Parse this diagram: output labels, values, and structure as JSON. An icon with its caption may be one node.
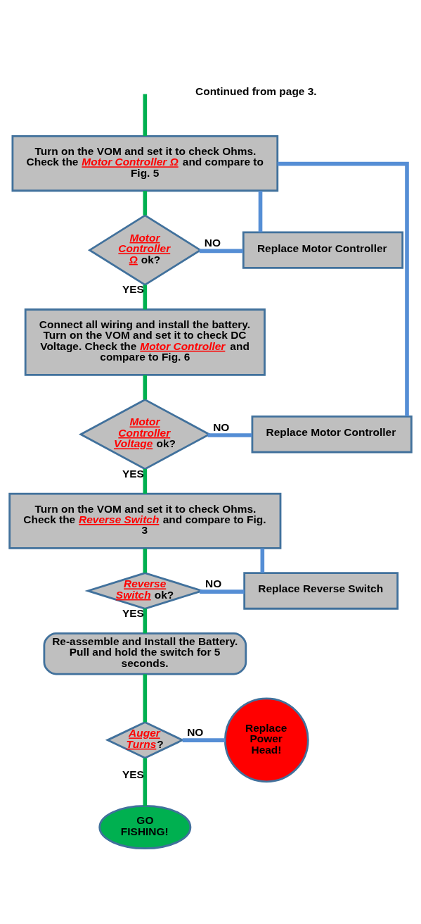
{
  "diagram": {
    "nodes": [
      {
        "text": [
          "Turn on the VOM and set it to check Ohms. Check the *Motor Controller Ω* and compare to Fig. 5"
        ]
      },
      {
        "text": [
          "*Motor Controller Ω* ok?"
        ]
      },
      {
        "text": [
          "Replace Motor Controller"
        ]
      },
      {
        "text": [
          "Connect all wiring and install the battery. Turn on the VOM and set it to check DC Voltage. Check the *Motor Controller* and compare to Fig. 6"
        ]
      },
      {
        "text": [
          "*Motor Controller Voltage* ok?"
        ]
      },
      {
        "text": [
          "Replace Motor Controller"
        ]
      },
      {
        "text": [
          "Turn on the VOM and set it to check Ohms. Check the *Reverse Switch* and compare to Fig. 3"
        ]
      },
      {
        "text": [
          "*Reverse Switch* ok?"
        ]
      },
      {
        "text": [
          "Replace Reverse Switch"
        ]
      },
      {
        "text": [
          "Re-assemble and Install the Battery. Pull and hold the switch for 5 seconds."
        ]
      },
      {
        "text": [
          "*Auger Turns*?"
        ]
      },
      {
        "text": [
          "Replace Power Head!"
        ]
      },
      {
        "text": [
          "GO FISHING!"
        ]
      }
    ],
    "edges": [
      {
        "from": null,
        "to": 0,
        "arrow": "none"
      },
      {
        "from": 0,
        "to": 1,
        "arrow": "none"
      },
      {
        "from": 1,
        "to": 2,
        "arrow": "none",
        "label": "NO",
        "color": "#558ed5"
      },
      {
        "from": 2,
        "to": 0,
        "arrow": "none",
        "color": "#558ed5"
      },
      {
        "from": 1,
        "to": 3,
        "arrow": "none",
        "label": "YES"
      },
      {
        "from": 3,
        "to": 4,
        "arrow": "none"
      },
      {
        "from": 4,
        "to": 5,
        "arrow": "none",
        "label": "NO",
        "color": "#558ed5"
      },
      {
        "from": 5,
        "to": 0,
        "arrow": "none",
        "color": "#558ed5"
      },
      {
        "from": 4,
        "to": 6,
        "arrow": "none",
        "label": "YES"
      },
      {
        "from": 6,
        "to": 7,
        "arrow": "none"
      },
      {
        "from": 7,
        "to": 8,
        "arrow": "none",
        "label": "NO",
        "color": "#558ed5"
      },
      {
        "from": 8,
        "to": 6,
        "arrow": "none",
        "color": "#558ed5"
      },
      {
        "from": 7,
        "to": 9,
        "arrow": "none",
        "label": "YES"
      },
      {
        "from": 9,
        "to": 10,
        "arrow": "none"
      },
      {
        "from": 10,
        "to": 11,
        "arrow": "none",
        "label": "NO",
        "color": "#558ed5"
      },
      {
        "from": 10,
        "to": 12,
        "arrow": "none",
        "label": "YES"
      }
    ],
    "labels": [
      "Continued from page 3."
    ]
  }
}
